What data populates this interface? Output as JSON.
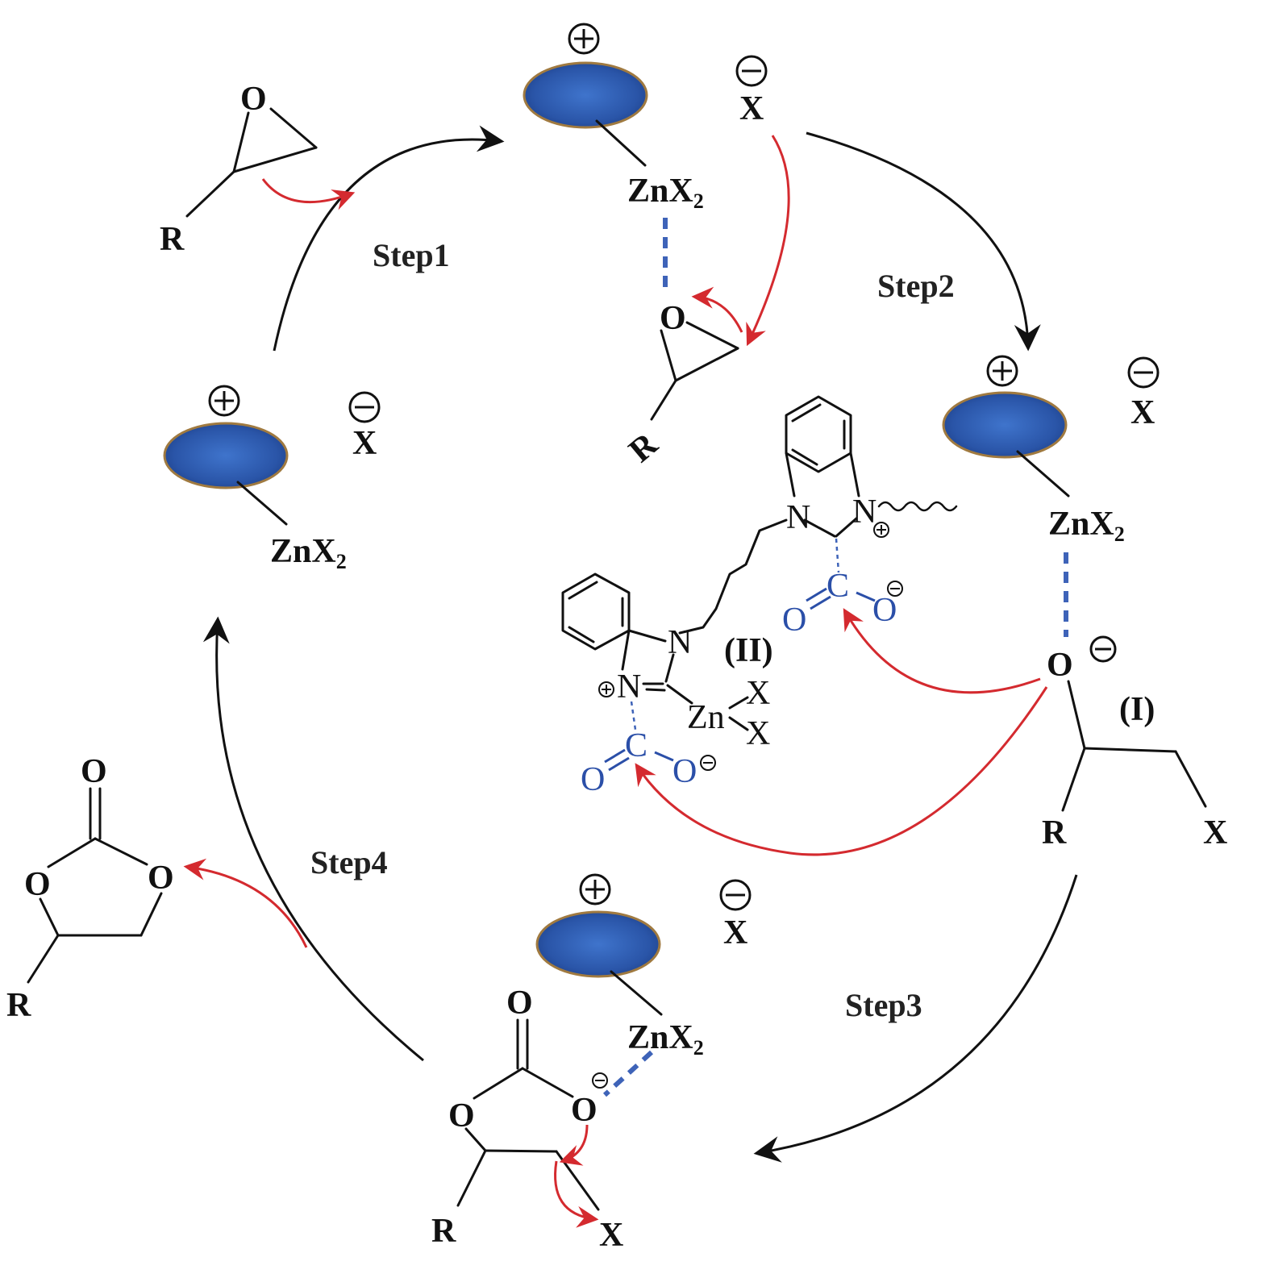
{
  "steps": {
    "step1": "Step1",
    "step2": "Step2",
    "step3": "Step3",
    "step4": "Step4"
  },
  "labels": {
    "znx2_main": "ZnX",
    "znx2_sub": "2",
    "x": "X",
    "r": "R",
    "o": "O",
    "n": "N",
    "c": "C",
    "zn": "Zn",
    "intermediate_I": "(I)",
    "intermediate_II": "(II)"
  },
  "colors": {
    "support_fill": "#2f5db4",
    "support_edge": "#a07a40",
    "curved_arrow": "#d42a2f",
    "cycle_arrow": "#111111",
    "co2_blue": "#2b4fa8",
    "dashed_interaction": "#3e63b8"
  }
}
